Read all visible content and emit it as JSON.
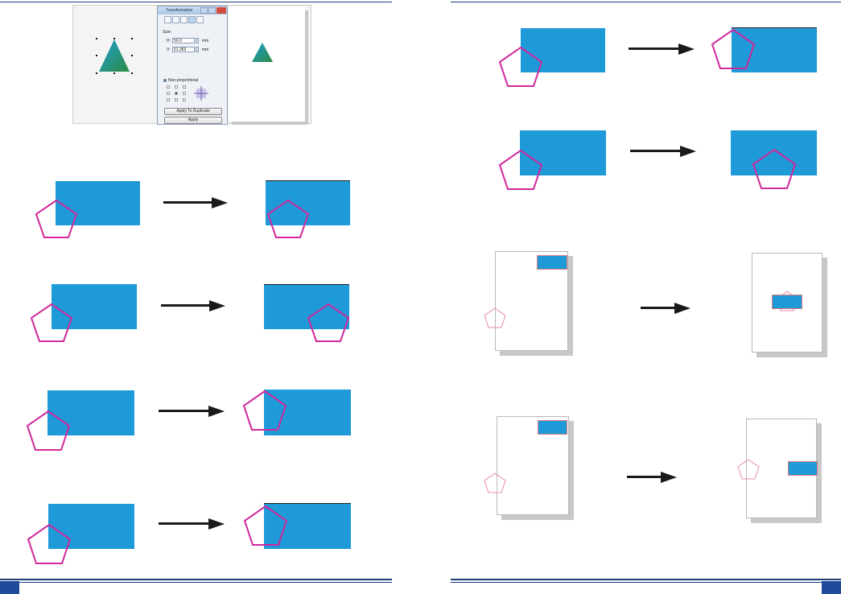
{
  "dialog": {
    "title": "Transformation",
    "section_label": "Size:",
    "width_label": "H:",
    "width_value": "50,0",
    "height_label": "V:",
    "height_value": "61,363",
    "unit": "mm",
    "nonproportional_label": "Non-proportional",
    "apply_duplicate_label": "Apply To Duplicate",
    "apply_label": "Apply"
  },
  "colors": {
    "rule": "#1f3c7a",
    "rectangle": "#1e9ad9",
    "pentagon": "#d0289c",
    "pentagon_light": "#e88aa8",
    "arrow": "#1a1a1a"
  }
}
